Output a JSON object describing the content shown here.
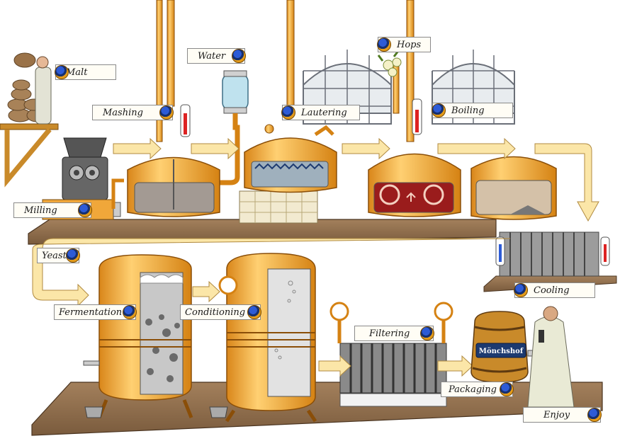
{
  "steps": {
    "malt": "Malt",
    "water": "Water",
    "hops": "Hops",
    "mashing": "Mashing",
    "lautering": "Lautering",
    "boiling": "Boiling",
    "milling": "Milling",
    "yeast": "Yeast",
    "cooling": "Cooling",
    "fermentation": "Fermentation",
    "conditioning": "Conditioning",
    "filtering": "Filtering",
    "packaging": "Packaging",
    "enjoy": "Enjoy"
  },
  "barrel_brand": "Mönchshof",
  "colors": {
    "copper": "#f2a422",
    "copper_dark": "#b8650a",
    "floor": "#8b6b4a",
    "arrow": "#fbe6a8",
    "label_bg": "#fffdf5",
    "marker_blue": "#2d5bd6"
  }
}
